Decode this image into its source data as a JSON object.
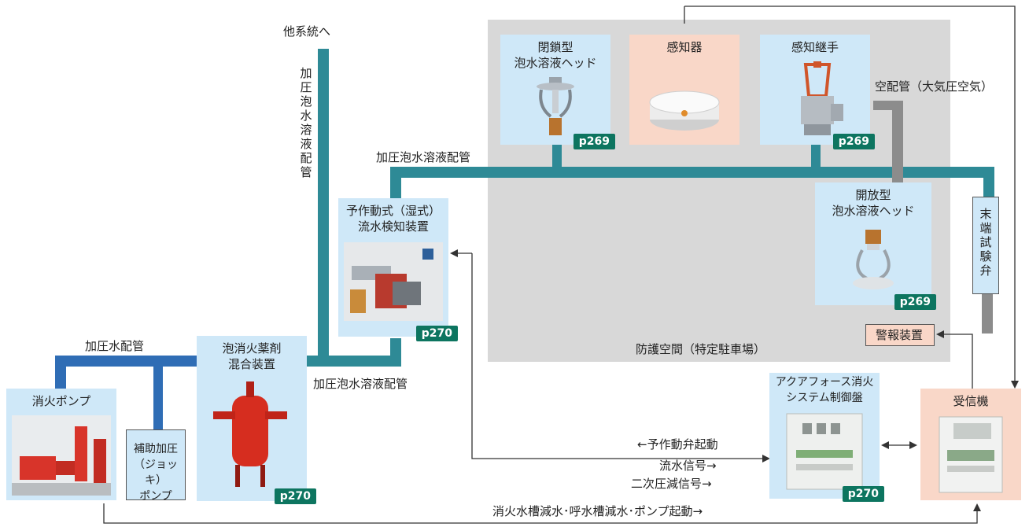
{
  "protected_space": {
    "label": "防護空間（特定駐車場）"
  },
  "devices": {
    "closed_head": {
      "title": "閉鎖型\n泡水溶液ヘッド",
      "page": "p269"
    },
    "detector": {
      "title": "感知器"
    },
    "detection_joint": {
      "title": "感知継手",
      "page": "p269"
    },
    "open_head": {
      "title": "開放型\n泡水溶液ヘッド",
      "page": "p269"
    },
    "preaction_valve": {
      "title": "予作動式（湿式）\n流水検知装置",
      "page": "p270"
    },
    "foam_mixer": {
      "title": "泡消火薬剤\n混合装置",
      "page": "p270"
    },
    "fire_pump": {
      "title": "消火ポンプ"
    },
    "jockey_pump": {
      "title": "補助加圧\n（ジョッキ）\nポンプ"
    },
    "control_panel": {
      "title": "アクアフォース消火\nシステム制御盤",
      "page": "p270"
    },
    "receiver": {
      "title": "受信機"
    },
    "alarm": {
      "title": "警報装置"
    },
    "test_valve": {
      "title": "末端試験弁"
    }
  },
  "pipes": {
    "to_other_systems": "他系統へ",
    "pressurized_foam_vertical": "加圧泡水溶液配管",
    "pressurized_foam_top": "加圧泡水溶液配管",
    "pressurized_foam_bottom": "加圧泡水溶液配管",
    "pressurized_water": "加圧水配管",
    "dry_pipe": "空配管（大気圧空気）"
  },
  "signals": {
    "valve_start": "←予作動弁起動",
    "flow_signal": "流水信号→",
    "pressure_drop": "二次圧減信号→",
    "tank_pump": "消火水槽減水･呼水槽減水･ポンプ起動→"
  },
  "colors": {
    "foam_pipe": "#2e8a96",
    "water_pipe": "#2f6db5",
    "dry_pipe": "#8c8c8c",
    "protected_space": "#d8d8d8",
    "device_box": "#cfe8f8",
    "receiver_box": "#f9d7c8",
    "page_badge": "#0d7560"
  }
}
